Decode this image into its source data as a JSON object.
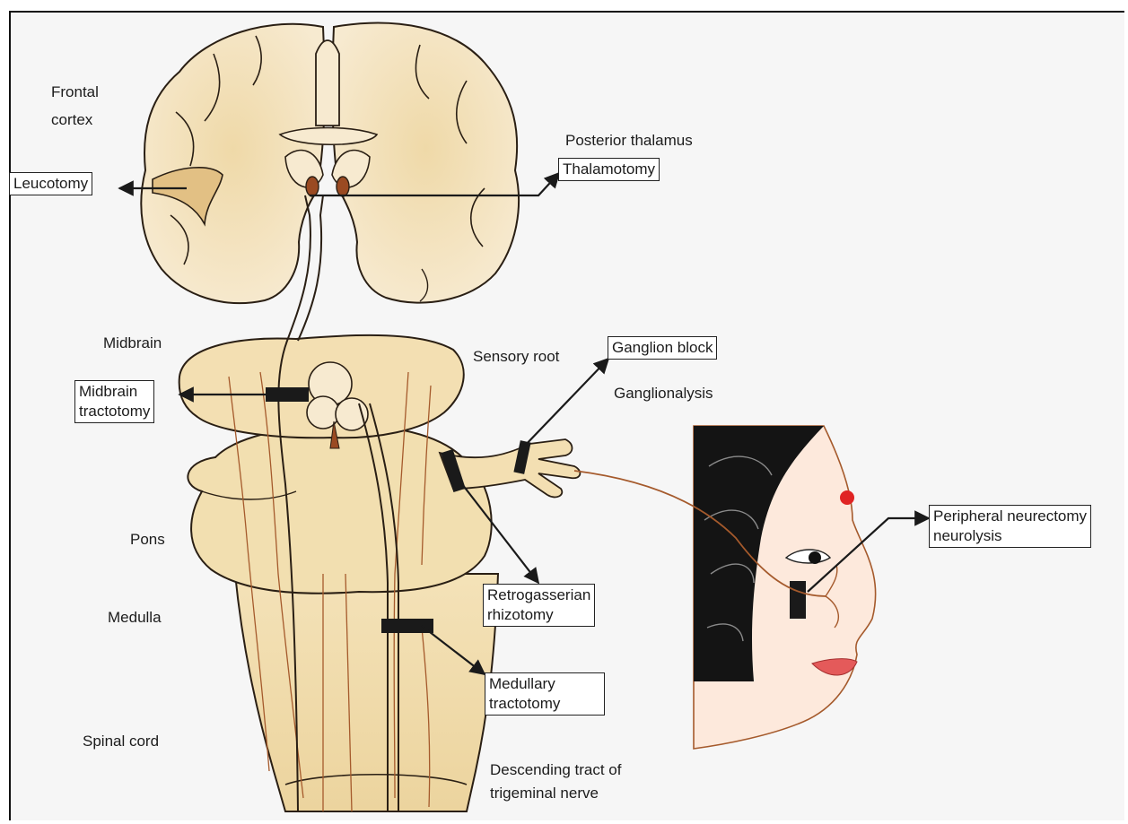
{
  "colors": {
    "tissue": "#f6e7c4",
    "tissue_shade": "#e9cf98",
    "outline": "#2a1f14",
    "nerve": "#a55a2c",
    "bindi": "#e02424",
    "lips": "#e45a5a",
    "skin": "#fde9dc",
    "hair": "#141414",
    "block": "#1a1a1a"
  },
  "labels": {
    "frontal_cortex": [
      "Frontal",
      "cortex"
    ],
    "posterior_thalamus": "Posterior thalamus",
    "midbrain": "Midbrain",
    "sensory_root": "Sensory root",
    "ganglionalysis": "Ganglionalysis",
    "pons": "Pons",
    "medulla": "Medulla",
    "spinal_cord": "Spinal cord",
    "descending_tract": [
      "Descending tract of",
      "trigeminal nerve"
    ]
  },
  "boxes": {
    "leucotomy": [
      "Leucotomy"
    ],
    "thalamotomy": [
      "Thalamotomy"
    ],
    "midbrain_tractotomy": [
      "Midbrain",
      "tractotomy"
    ],
    "ganglion_block": [
      "Ganglion block"
    ],
    "retrogasserian_rhizotomy": [
      "Retrogasserian",
      "rhizotomy"
    ],
    "medullary_tractotomy": [
      "Medullary",
      "tractotomy"
    ],
    "peripheral_neurectomy": [
      "Peripheral neurectomy",
      "neurolysis"
    ]
  }
}
